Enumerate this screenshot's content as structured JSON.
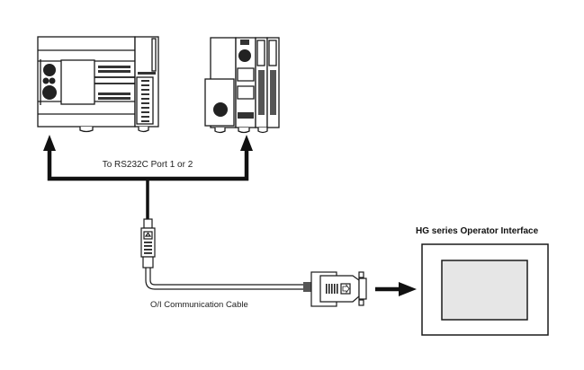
{
  "diagram": {
    "title": "PLC to HG series Operator Interface connection",
    "labels": {
      "port_label": "To RS232C Port 1 or 2",
      "cable_label": "O/I Communication Cable",
      "hmi_label": "HG series Operator Interface"
    },
    "nodes": [
      {
        "id": "plc-all-in-one",
        "kind": "PLC (all-in-one type)"
      },
      {
        "id": "plc-slim",
        "kind": "PLC (slim type)"
      },
      {
        "id": "mini-din-connector",
        "kind": "Mini DIN connector"
      },
      {
        "id": "dsub-connector",
        "kind": "D-sub 9-pin connector"
      },
      {
        "id": "hmi",
        "kind": "HG series Operator Interface"
      }
    ],
    "edges": [
      {
        "from": "mini-din-connector",
        "to": "plc-all-in-one",
        "style": "thick-arrow"
      },
      {
        "from": "mini-din-connector",
        "to": "plc-slim",
        "style": "thick-arrow"
      },
      {
        "from": "mini-din-connector",
        "to": "dsub-connector",
        "style": "cable"
      },
      {
        "from": "dsub-connector",
        "to": "hmi",
        "style": "thick-arrow"
      }
    ],
    "colors": {
      "line": "#1a1a1a",
      "screen_fill": "#e6e6e6",
      "background": "#ffffff"
    }
  }
}
